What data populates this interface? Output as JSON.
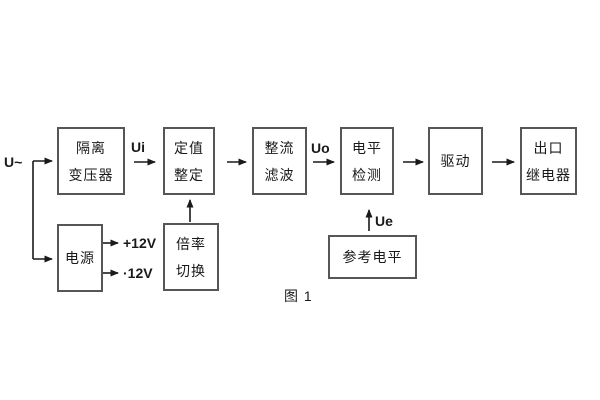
{
  "figure": {
    "caption": "图 1",
    "source_label": "U~",
    "labels": {
      "ui": "Ui",
      "uo": "Uo",
      "ue": "Ue",
      "rail_pos": "+12V",
      "rail_neg": "·12V"
    },
    "blocks": [
      {
        "name": "isolation-transformer",
        "lines": [
          "隔离",
          "变压器"
        ]
      },
      {
        "name": "setpoint-setting",
        "lines": [
          "定值",
          "整定"
        ]
      },
      {
        "name": "rectifier-filter",
        "lines": [
          "整流",
          "滤波"
        ]
      },
      {
        "name": "level-detection",
        "lines": [
          "电平",
          "检测"
        ]
      },
      {
        "name": "driver",
        "lines": [
          "驱动"
        ]
      },
      {
        "name": "output-relay",
        "lines": [
          "出口",
          "继电器"
        ]
      },
      {
        "name": "power-supply",
        "lines": [
          "电源"
        ]
      },
      {
        "name": "ratio-switching",
        "lines": [
          "倍率",
          "切换"
        ]
      },
      {
        "name": "reference-level",
        "lines": [
          "参考电平"
        ]
      }
    ],
    "colors": {
      "line": "#1a1a1a",
      "border": "#54565a",
      "text": "#1a1a1a",
      "background": "#ffffff"
    }
  }
}
